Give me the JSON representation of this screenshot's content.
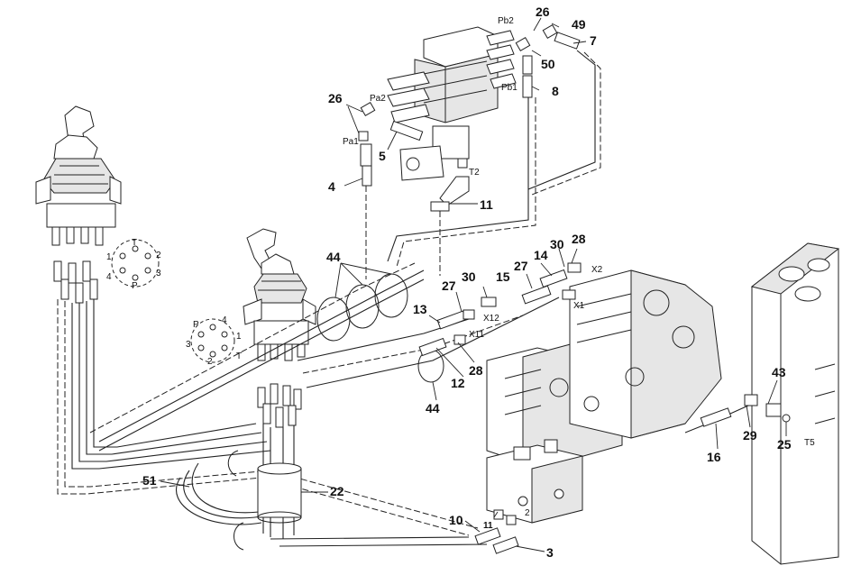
{
  "callouts": [
    {
      "id": "c26a",
      "text": "26"
    },
    {
      "id": "c49",
      "text": "49"
    },
    {
      "id": "c7",
      "text": "7"
    },
    {
      "id": "c50",
      "text": "50"
    },
    {
      "id": "c8",
      "text": "8"
    },
    {
      "id": "c26b",
      "text": "26"
    },
    {
      "id": "c5",
      "text": "5"
    },
    {
      "id": "c4",
      "text": "4"
    },
    {
      "id": "c11a",
      "text": "11"
    },
    {
      "id": "c44a",
      "text": "44"
    },
    {
      "id": "c28a",
      "text": "28"
    },
    {
      "id": "c30a",
      "text": "30"
    },
    {
      "id": "c14",
      "text": "14"
    },
    {
      "id": "c27a",
      "text": "27"
    },
    {
      "id": "c15",
      "text": "15"
    },
    {
      "id": "c30b",
      "text": "30"
    },
    {
      "id": "c27b",
      "text": "27"
    },
    {
      "id": "c13",
      "text": "13"
    },
    {
      "id": "c28b",
      "text": "28"
    },
    {
      "id": "c12",
      "text": "12"
    },
    {
      "id": "c44b",
      "text": "44"
    },
    {
      "id": "c43",
      "text": "43"
    },
    {
      "id": "c29",
      "text": "29"
    },
    {
      "id": "c25",
      "text": "25"
    },
    {
      "id": "c16",
      "text": "16"
    },
    {
      "id": "c51",
      "text": "51"
    },
    {
      "id": "c22",
      "text": "22"
    },
    {
      "id": "c10",
      "text": "10"
    },
    {
      "id": "c11b",
      "text": "11"
    },
    {
      "id": "c3",
      "text": "3"
    }
  ],
  "ports": [
    {
      "id": "pb2",
      "text": "Pb2"
    },
    {
      "id": "pb1",
      "text": "Pb1"
    },
    {
      "id": "pa2",
      "text": "Pa2"
    },
    {
      "id": "pa1",
      "text": "Pa1"
    },
    {
      "id": "t2",
      "text": "T2"
    },
    {
      "id": "x2",
      "text": "X2"
    },
    {
      "id": "x1",
      "text": "X1"
    },
    {
      "id": "x12",
      "text": "X12"
    },
    {
      "id": "x11",
      "text": "X11"
    },
    {
      "id": "t5",
      "text": "T5"
    },
    {
      "id": "p2",
      "text": "2"
    }
  ],
  "left_valve_ports": [
    "T",
    "1",
    "2",
    "3",
    "P",
    "4"
  ],
  "right_valve_ports": [
    "P",
    "4",
    "1",
    "3",
    "2",
    "T"
  ]
}
